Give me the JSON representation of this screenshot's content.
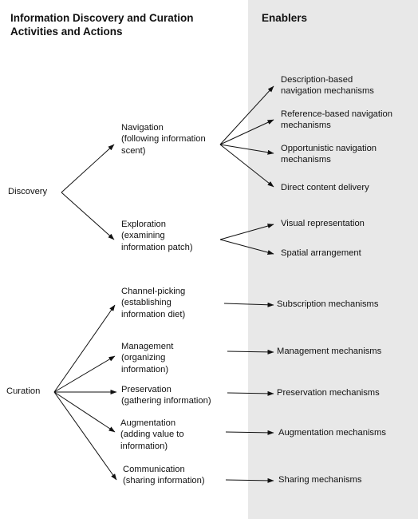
{
  "headers": {
    "left": [
      "Information Discovery and Curation",
      "Activities and Actions"
    ],
    "right": "Enablers"
  },
  "roots": {
    "discovery": "Discovery",
    "curation": "Curation"
  },
  "activities": {
    "navigation": [
      "Navigation",
      "(following information",
      "scent)"
    ],
    "exploration": [
      "Exploration",
      "(examining",
      "information patch)"
    ],
    "channel_picking": [
      "Channel-picking",
      "(establishing",
      "information diet)"
    ],
    "management": [
      "Management",
      "(organizing",
      "information)"
    ],
    "preservation": [
      "Preservation",
      "(gathering information)"
    ],
    "augmentation": [
      "Augmentation",
      "(adding value to",
      "information)"
    ],
    "communication": [
      "Communication",
      "(sharing information)"
    ]
  },
  "enablers": {
    "description_nav": [
      "Description-based",
      "navigation mechanisms"
    ],
    "reference_nav": [
      "Reference-based navigation",
      "mechanisms"
    ],
    "opportunistic_nav": [
      "Opportunistic navigation",
      "mechanisms"
    ],
    "direct_delivery": "Direct content delivery",
    "visual_representation": "Visual representation",
    "spatial_arrangement": "Spatial arrangement",
    "subscription": "Subscription mechanisms",
    "management": "Management mechanisms",
    "preservation": "Preservation mechanisms",
    "augmentation": "Augmentation mechanisms",
    "sharing": "Sharing mechanisms"
  },
  "colors": {
    "panel": "#e8e8e8",
    "ink": "#111111"
  }
}
